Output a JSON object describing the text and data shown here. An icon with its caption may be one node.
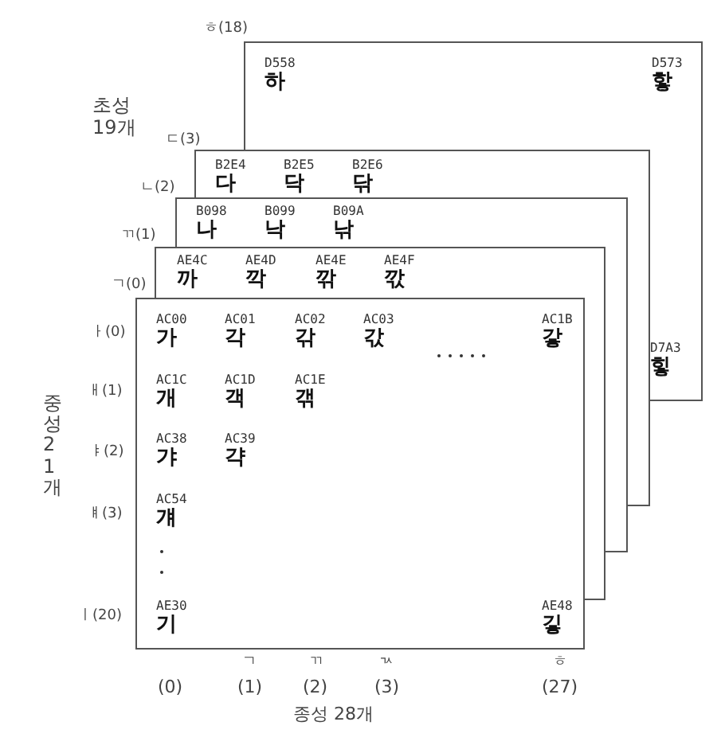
{
  "diagram": {
    "nodes": [
      {
        "text": [
          "D558",
          "하",
          "D573",
          "핳",
          "D7A3",
          "힣"
        ]
      },
      {
        "text": [
          "B2E4",
          "다",
          "B2E5",
          "닥",
          "B2E6",
          "닦"
        ]
      },
      {
        "text": [
          "B098",
          "나",
          "B099",
          "낙",
          "B09A",
          "낚"
        ]
      },
      {
        "text": [
          "AE4C",
          "까",
          "AE4D",
          "깍",
          "AE4E",
          "깎",
          "AE4F",
          "깏"
        ]
      },
      {
        "text": [
          "AC00",
          "가",
          "AC01",
          "각",
          "AC02",
          "갂",
          "AC03",
          "갃",
          "AC1B",
          "갛",
          "AC1C",
          "개",
          "AC1D",
          "객",
          "AC1E",
          "갞",
          "AC38",
          "갸",
          "AC39",
          "갹",
          "AC54",
          "걔",
          "AE30",
          "기",
          "AE48",
          "깋"
        ]
      }
    ],
    "labels": [
      "ㅎ(18)",
      "초성 19개",
      "ㄷ(3)",
      "ㄴ(2)",
      "ㄲ(1)",
      "ㄱ(0)",
      "ㅏ(0)",
      "ㅐ(1)",
      "ㅑ(2)",
      "중성 21개",
      "ㅒ(3)",
      "ㅣ(20)",
      "ㄱ",
      "ㄲ",
      "ㄳ",
      "ㅎ",
      "(0)",
      "(1)",
      "(2)",
      "(3)",
      "(27)",
      "종성 28개"
    ]
  }
}
